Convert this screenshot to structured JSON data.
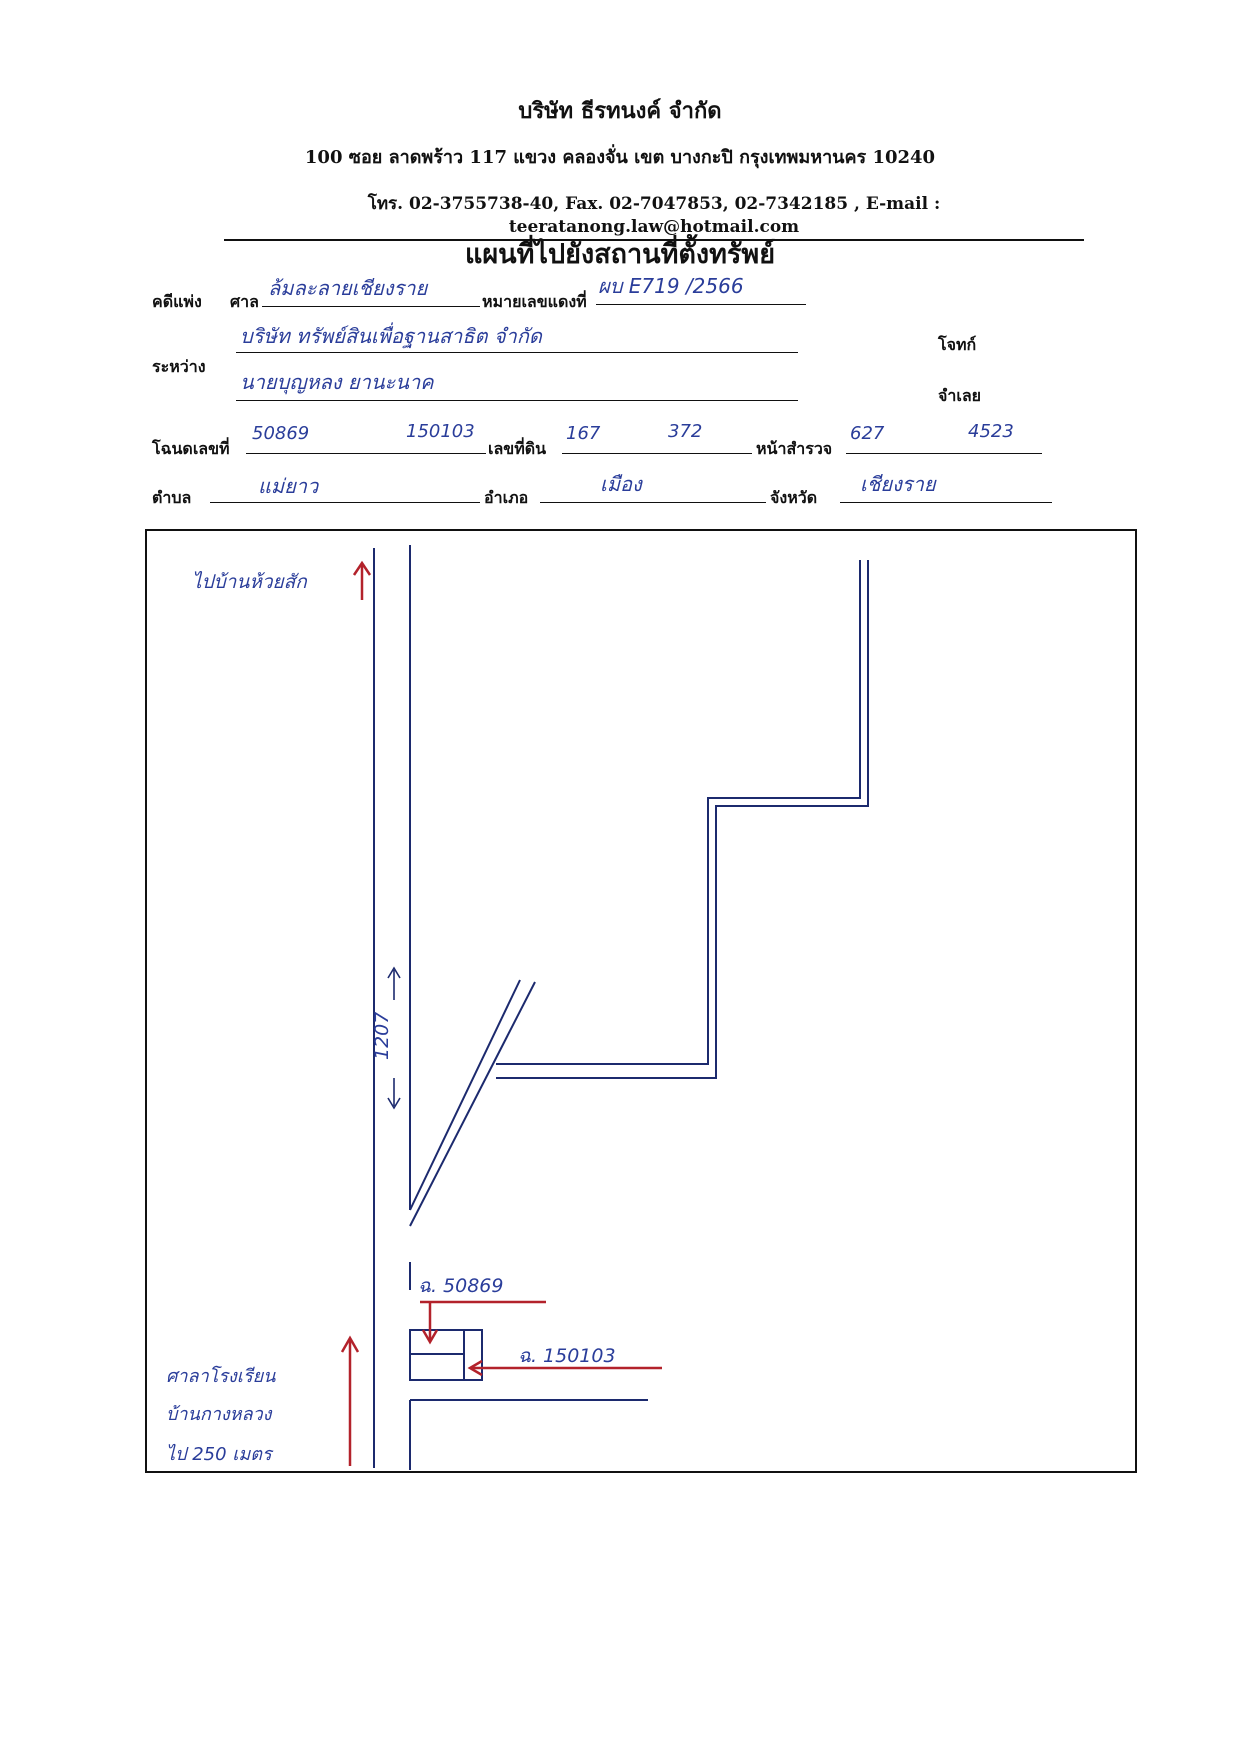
{
  "header": {
    "company": "บริษัท ธีรทนงค์ จำกัด",
    "address": "100 ซอย ลาดพร้าว 117 แขวง คลองจั่น เขต บางกะปิ กรุงเทพมหานคร 10240",
    "contact": "โทร. 02-3755738-40, Fax. 02-7047853, 02-7342185 , E-mail : teeratanong.law@hotmail.com"
  },
  "title": "แผนที่ไปยังสถานที่ตั้งทรัพย์",
  "form": {
    "case_label": "คดีแพ่ง",
    "court_label": "ศาล",
    "court_value": "ล้มละลายเชียงราย",
    "case_no_label": "หมายเลขแดงที่",
    "case_no_value": "ผบ E719 /2566",
    "between_label": "ระหว่าง",
    "plaintiff_value": "บริษัท ทรัพย์สินเพื่อฐานสาธิต จำกัด",
    "plaintiff_role": "โจทก์",
    "defendant_value": "นายบุญหลง ยานะนาค",
    "defendant_role": "จำเลย",
    "deed_label": "โฉนดเลขที่",
    "deed_values": [
      "50869",
      "150103"
    ],
    "land_no_label": "เลขที่ดิน",
    "land_no_values": [
      "167",
      "372"
    ],
    "survey_label": "หน้าสำรวจ",
    "survey_values": [
      "627",
      "4523"
    ],
    "subdistrict_label": "ตำบล",
    "subdistrict_value": "แม่ยาว",
    "district_label": "อำเภอ",
    "district_value": "เมือง",
    "province_label": "จังหวัด",
    "province_value": "เชียงราย"
  },
  "map": {
    "label_top": "ไปบ้านห้วยสัก",
    "road_no": "1207",
    "label_bottom": [
      "ศาลาโรงเรียน",
      "บ้านกางหลวง",
      "ไป 250 เมตร"
    ],
    "deed_a": "ฉ. 50869",
    "deed_b": "ฉ. 150103",
    "colors": {
      "ink": "#2a3d9a",
      "red": "#b3222b",
      "line": "#1c2a6e"
    }
  }
}
